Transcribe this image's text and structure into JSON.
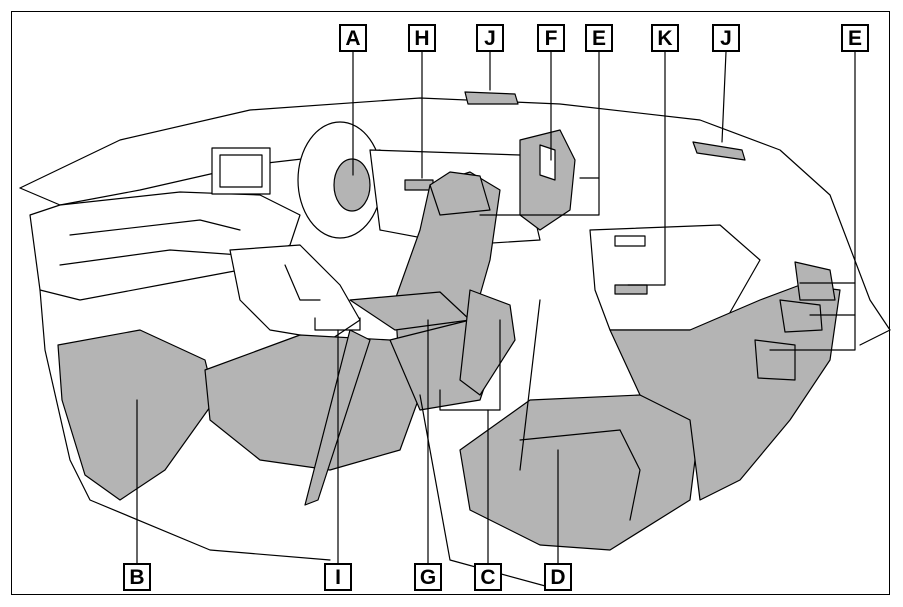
{
  "diagram": {
    "labels": {
      "a": "A",
      "b": "B",
      "c": "C",
      "d": "D",
      "e_top": "E",
      "e_right": "E",
      "f": "F",
      "g": "G",
      "h": "H",
      "i": "I",
      "j_left": "J",
      "j_right": "J",
      "k": "K"
    },
    "colors": {
      "outline": "#000000",
      "highlight": "#b4b4b4",
      "background": "#ffffff"
    }
  }
}
